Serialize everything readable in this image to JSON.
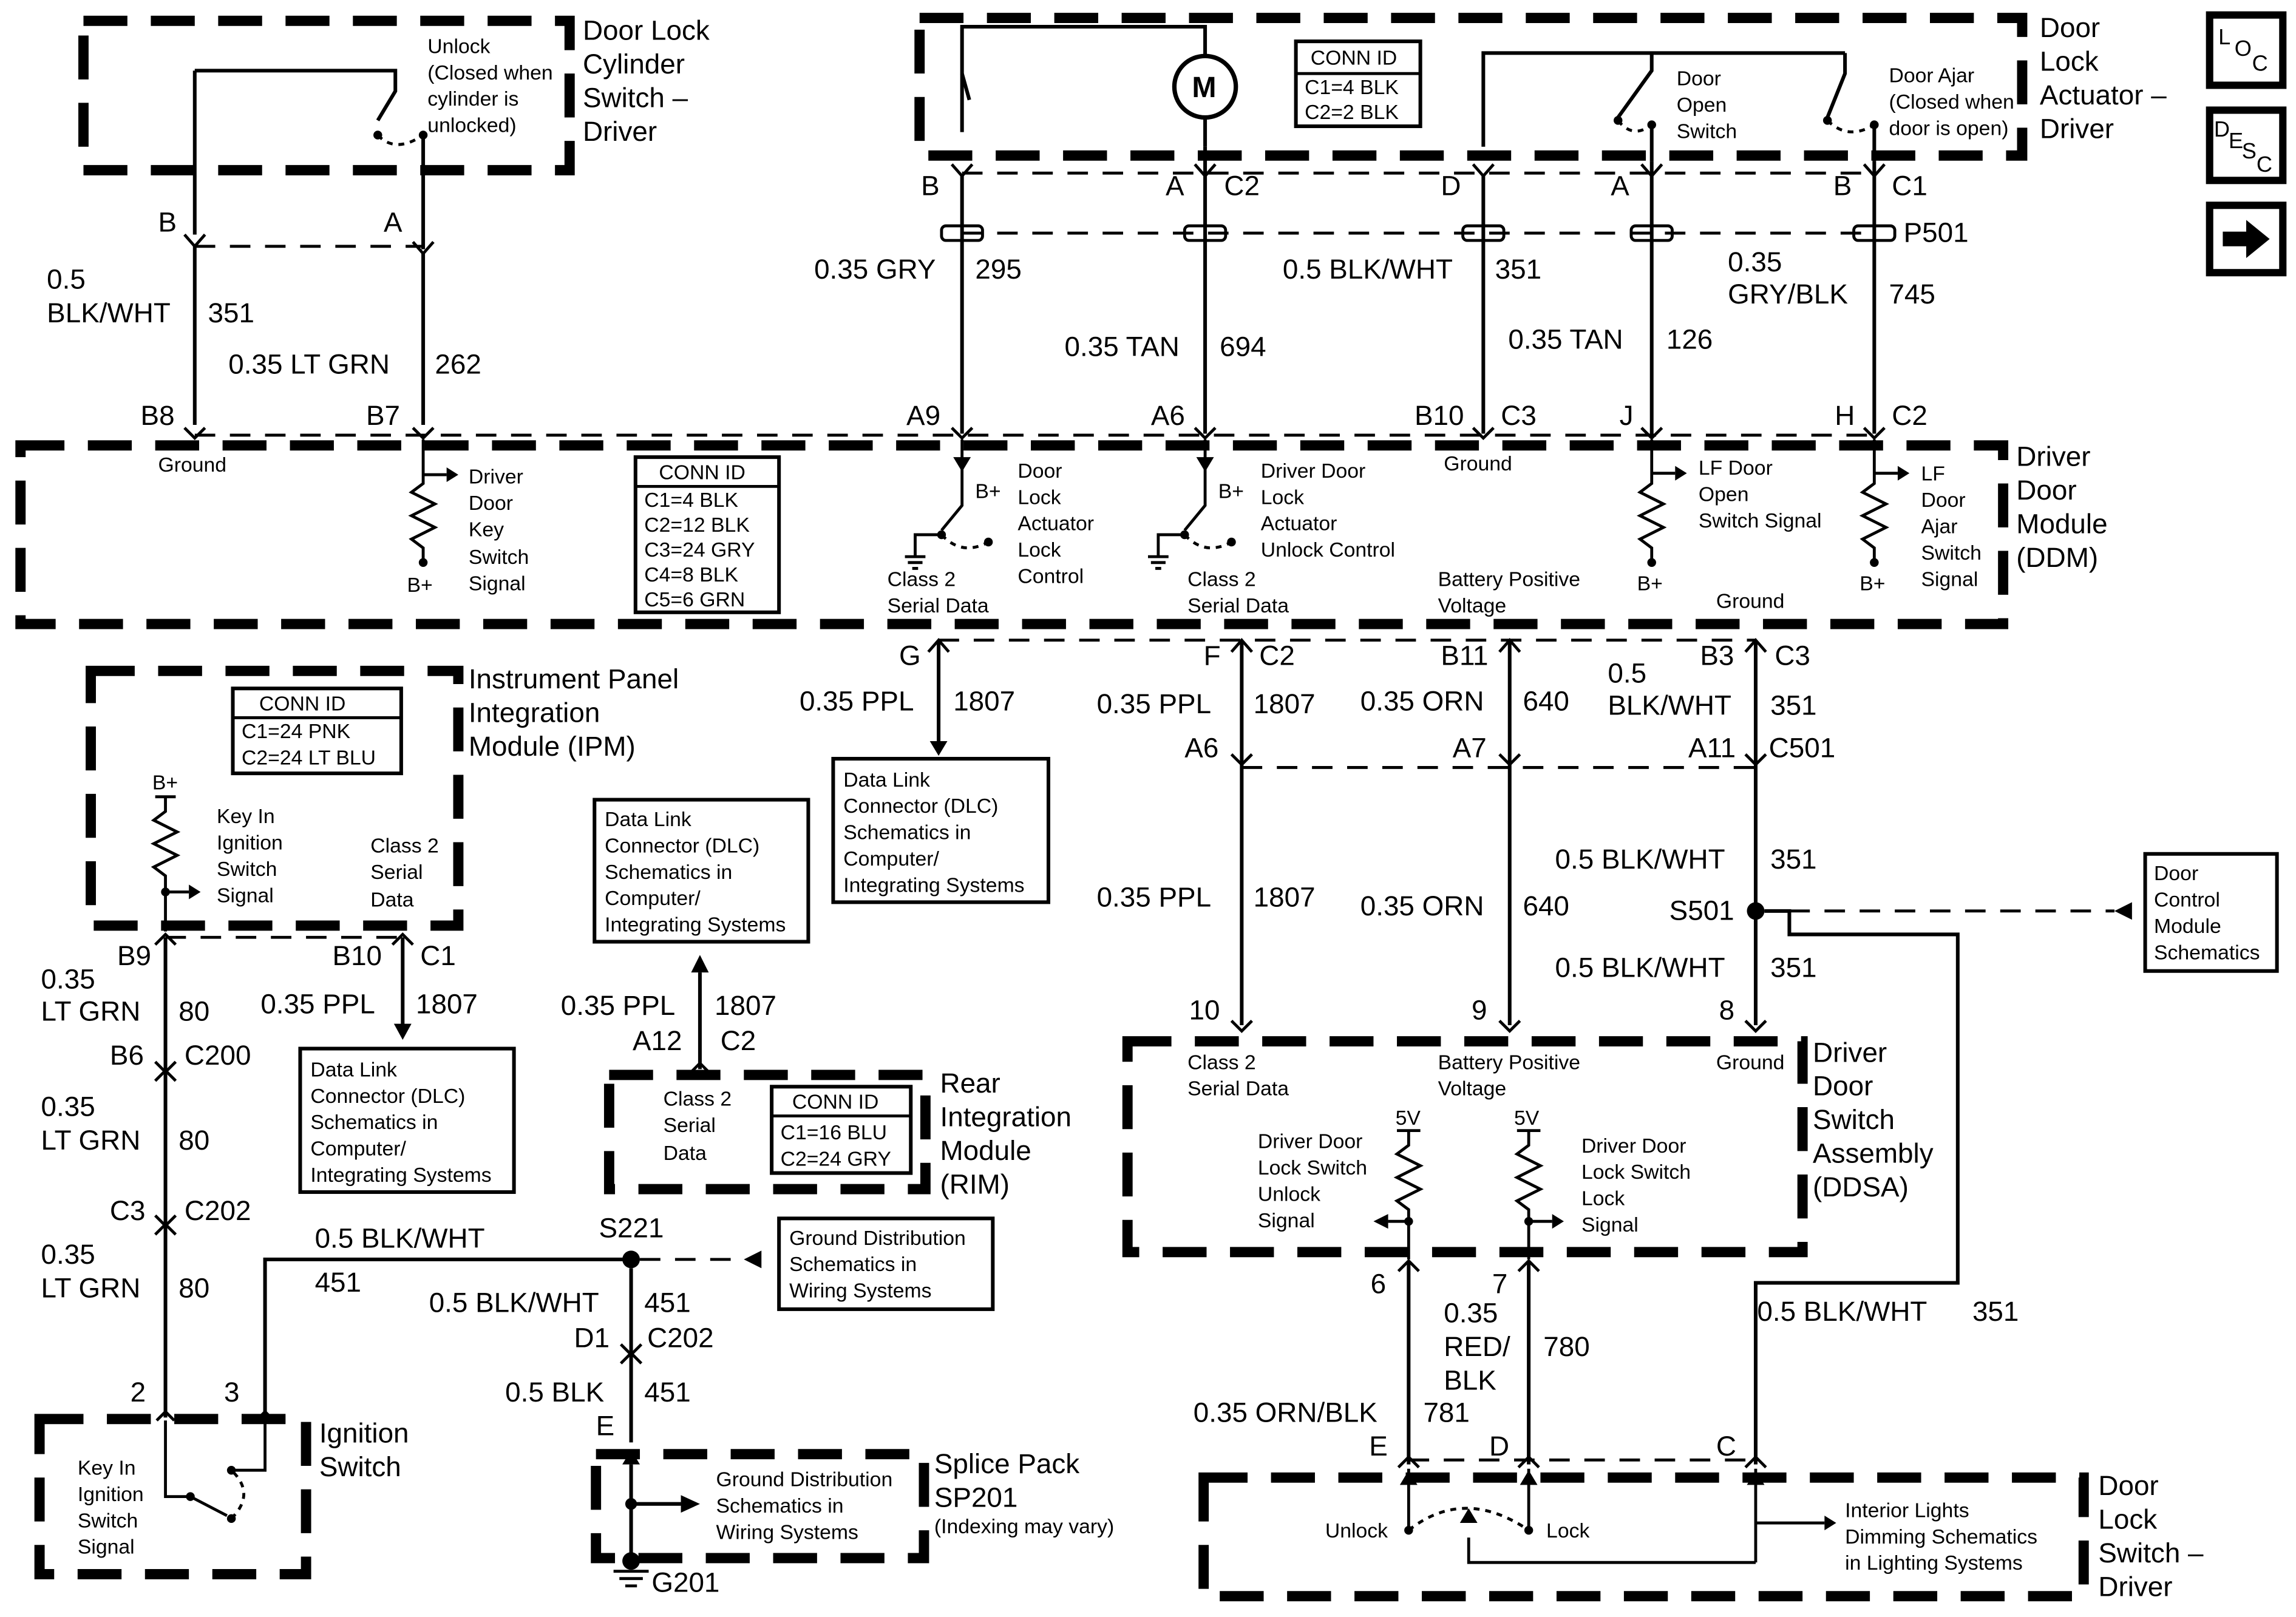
{
  "nav": {
    "loc": "LOC",
    "desc": "DESC",
    "next": "next-arrow"
  },
  "components": {
    "door_lock_cylinder": [
      "Door Lock",
      "Cylinder",
      "Switch –",
      "Driver"
    ],
    "cylinder_note": [
      "Unlock",
      "(Closed when",
      "cylinder is",
      "unlocked)"
    ],
    "actuator": [
      "Door",
      "Lock",
      "Actuator –",
      "Driver"
    ],
    "actuator_conn": [
      "CONN ID",
      "C1=4 BLK",
      "C2=2 BLK"
    ],
    "motor": "M",
    "door_open_switch": [
      "Door",
      "Open",
      "Switch"
    ],
    "door_ajar": [
      "Door Ajar",
      "(Closed when",
      "door is open)"
    ],
    "ddm": [
      "Driver",
      "Door",
      "Module",
      "(DDM)"
    ],
    "ddm_conn": [
      "CONN ID",
      "C1=4 BLK",
      "C2=12 BLK",
      "C3=24 GRY",
      "C4=8 BLK",
      "C5=6 GRN"
    ],
    "ddm_labels": {
      "ground1": "Ground",
      "key_switch": [
        "Driver",
        "Door",
        "Key",
        "Switch",
        "Signal"
      ],
      "bplus": "B+",
      "actuator_lock": [
        "Door",
        "Lock",
        "Actuator",
        "Lock",
        "Control"
      ],
      "class2": [
        "Class 2",
        "Serial Data"
      ],
      "unlock_control": [
        "Driver Door",
        "Lock",
        "Actuator",
        "Unlock Control"
      ],
      "batt_pos": [
        "Battery Positive",
        "Voltage"
      ],
      "ground2": "Ground",
      "ground3": "Ground",
      "lf_open": [
        "LF Door",
        "Open",
        "Switch Signal"
      ],
      "lf_ajar": [
        "LF",
        "Door",
        "Ajar",
        "Switch",
        "Signal"
      ]
    },
    "ipm": [
      "Instrument Panel",
      "Integration",
      "Module (IPM)"
    ],
    "ipm_conn": [
      "CONN ID",
      "C1=24 PNK",
      "C2=24 LT BLU"
    ],
    "ipm_labels": {
      "bplus": "B+",
      "key_in": [
        "Key In",
        "Ignition",
        "Switch",
        "Signal"
      ],
      "class2": [
        "Class 2",
        "Serial",
        "Data"
      ]
    },
    "dlc": [
      "Data Link",
      "Connector (DLC)",
      "Schematics in",
      "Computer/",
      "Integrating Systems"
    ],
    "rim": [
      "Rear",
      "Integration",
      "Module",
      "(RIM)"
    ],
    "rim_conn": [
      "CONN ID",
      "C1=16 BLU",
      "C2=24 GRY"
    ],
    "rim_class2": [
      "Class 2",
      "Serial",
      "Data"
    ],
    "door_control_ref": [
      "Door",
      "Control",
      "Module",
      "Schematics"
    ],
    "ddsa": [
      "Driver",
      "Door",
      "Switch",
      "Assembly",
      "(DDSA)"
    ],
    "ddsa_labels": {
      "class2": [
        "Class 2",
        "Serial Data"
      ],
      "batt": [
        "Battery Positive",
        "Voltage"
      ],
      "ground": "Ground",
      "five_v": "5V",
      "unlock_sig": [
        "Driver Door",
        "Lock Switch",
        "Unlock",
        "Signal"
      ],
      "lock_sig": [
        "Driver Door",
        "Lock Switch",
        "Lock",
        "Signal"
      ]
    },
    "ground_dist": [
      "Ground Distribution",
      "Schematics in",
      "Wiring Systems"
    ],
    "ignition": [
      "Ignition",
      "Switch"
    ],
    "ignition_label": [
      "Key In",
      "Ignition",
      "Switch",
      "Signal"
    ],
    "splice_pack": [
      "Splice Pack",
      "SP201",
      "(Indexing may vary)"
    ],
    "door_lock_switch": [
      "Door",
      "Lock",
      "Switch –",
      "Driver"
    ],
    "dls_labels": {
      "unlock": "Unlock",
      "lock": "Lock",
      "interior": [
        "Interior Lights",
        "Dimming Schematics",
        "in Lighting Systems"
      ]
    }
  },
  "wires": {
    "cyl_351": [
      "0.5",
      "BLK/WHT",
      "351"
    ],
    "cyl_262": [
      "0.35 LT GRN",
      "262"
    ],
    "w295": [
      "0.35 GRY",
      "295"
    ],
    "w694": [
      "0.35 TAN",
      "694"
    ],
    "w351a": [
      "0.5 BLK/WHT",
      "351"
    ],
    "w126": [
      "0.35 TAN",
      "126"
    ],
    "w745": [
      "0.35",
      "GRY/BLK",
      "745"
    ],
    "g1807": [
      "0.35 PPL",
      "1807"
    ],
    "f1807": [
      "0.35 PPL",
      "1807"
    ],
    "b640": [
      "0.35 ORN",
      "640"
    ],
    "b351": [
      "0.5",
      "BLK/WHT",
      "351"
    ],
    "low1807": [
      "0.35 PPL",
      "1807"
    ],
    "low640": [
      "0.35 ORN",
      "640"
    ],
    "s501_up": [
      "0.5 BLK/WHT",
      "351"
    ],
    "s501_down": [
      "0.5 BLK/WHT",
      "351"
    ],
    "ipm80a": [
      "0.35",
      "LT GRN",
      "80"
    ],
    "ipm80b": [
      "0.35",
      "LT GRN",
      "80"
    ],
    "ipm80c": [
      "0.35",
      "LT GRN",
      "80"
    ],
    "ipm1807": [
      "0.35 PPL",
      "1807"
    ],
    "rim1807": [
      "0.35 PPL",
      "1807"
    ],
    "ign451": [
      "0.5 BLK/WHT",
      "451"
    ],
    "s221_451": [
      "0.5 BLK/WHT",
      "451"
    ],
    "blk451": [
      "0.5 BLK",
      "451"
    ],
    "w781": [
      "0.35 ORN/BLK",
      "781"
    ],
    "w780": [
      "0.35",
      "RED/",
      "BLK",
      "780"
    ],
    "c351": [
      "0.5 BLK/WHT",
      "351"
    ]
  },
  "pins": {
    "cylB": "B",
    "cylA": "A",
    "actB": "B",
    "actA": "A",
    "actC2": "C2",
    "actD": "D",
    "actA2": "A",
    "actB2": "B",
    "actC1": "C1",
    "p501": "P501",
    "B8": "B8",
    "B7": "B7",
    "A9": "A9",
    "A6": "A6",
    "B10": "B10",
    "C3": "C3",
    "J": "J",
    "H": "H",
    "C2": "C2",
    "G": "G",
    "F": "F",
    "FC2": "C2",
    "B11": "B11",
    "B3": "B3",
    "BC3": "C3",
    "A6b": "A6",
    "A7": "A7",
    "A11": "A11",
    "C501": "C501",
    "S501": "S501",
    "p10": "10",
    "p9": "9",
    "p8": "8",
    "B9": "B9",
    "IB10": "B10",
    "IC1": "C1",
    "B6": "B6",
    "C200": "C200",
    "IC3": "C3",
    "C202": "C202",
    "p2": "2",
    "p3": "3",
    "S221": "S221",
    "D1": "D1",
    "DC202": "C202",
    "E": "E",
    "G201": "G201",
    "A12": "A12",
    "RC2": "C2",
    "p6": "6",
    "p7": "7",
    "dE": "E",
    "dD": "D",
    "dC": "C"
  }
}
